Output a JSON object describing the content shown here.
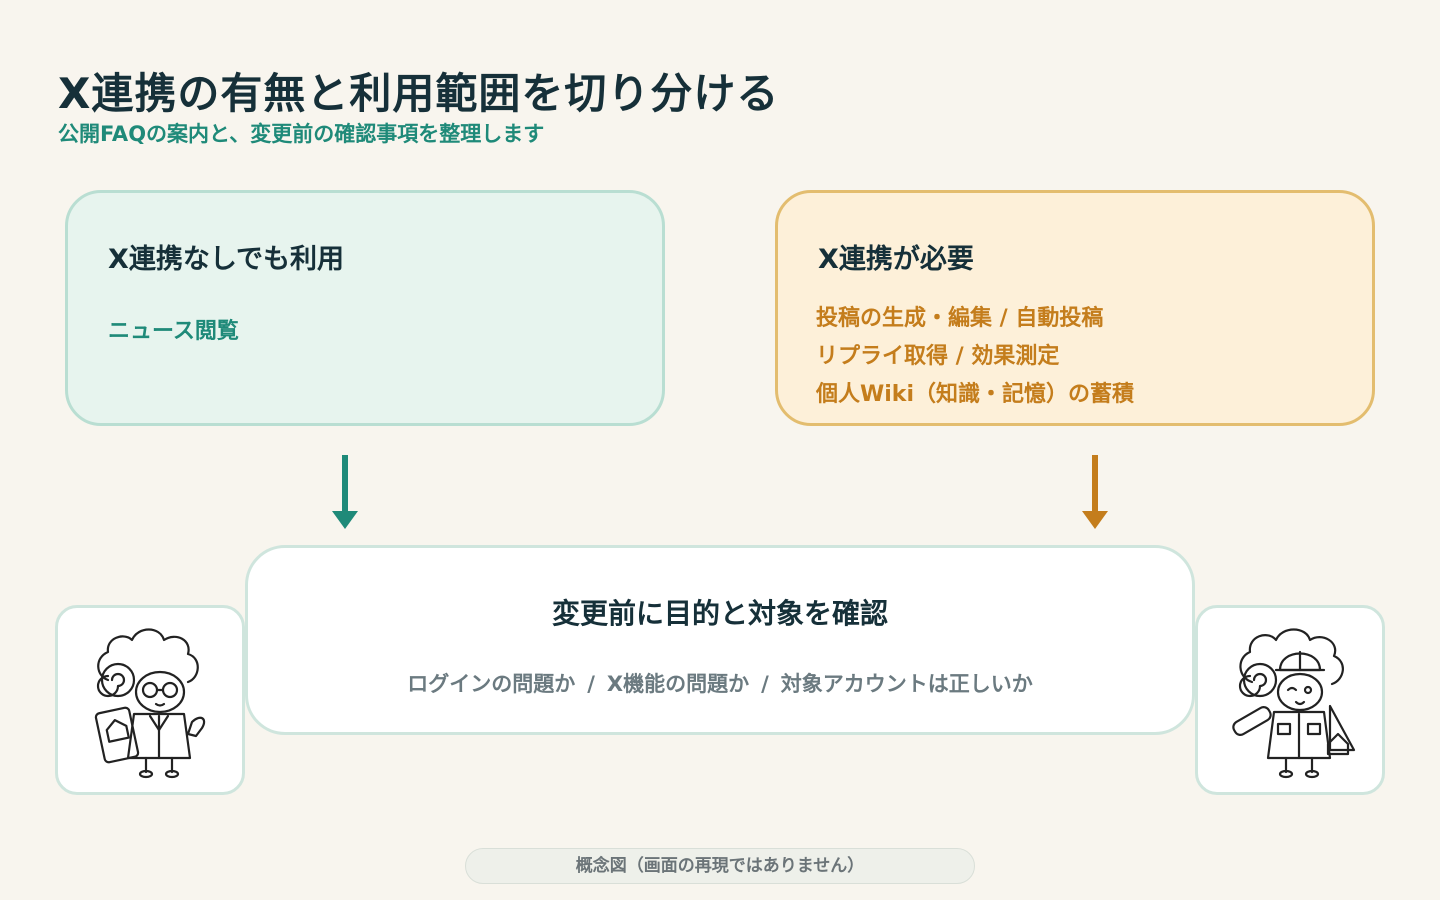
{
  "header": {
    "title": "X連携の有無と利用範囲を切り分ける",
    "subtitle": "公開FAQの案内と、変更前の確認事項を整理します"
  },
  "left_box": {
    "heading": "X連携なしでも利用",
    "items": [
      "ニュース閲覧"
    ]
  },
  "right_box": {
    "heading": "X連携が必要",
    "items": [
      "投稿の生成・編集 / 自動投稿",
      "リプライ取得 / 効果測定",
      "個人Wiki（知識・記憶）の蓄積"
    ]
  },
  "center_box": {
    "heading": "変更前に目的と対象を確認",
    "checks": [
      "ログインの問題か",
      "X機能の問題か",
      "対象アカウントは正しいか"
    ],
    "separator": "/"
  },
  "footer": {
    "note": "概念図（画面の再現ではありません）"
  },
  "colors": {
    "teal": "#1f8a79",
    "amber": "#c47d1c",
    "navy": "#163039"
  },
  "icons": {
    "left_character": "sheep-scholar-icon",
    "right_character": "sheep-builder-icon"
  }
}
